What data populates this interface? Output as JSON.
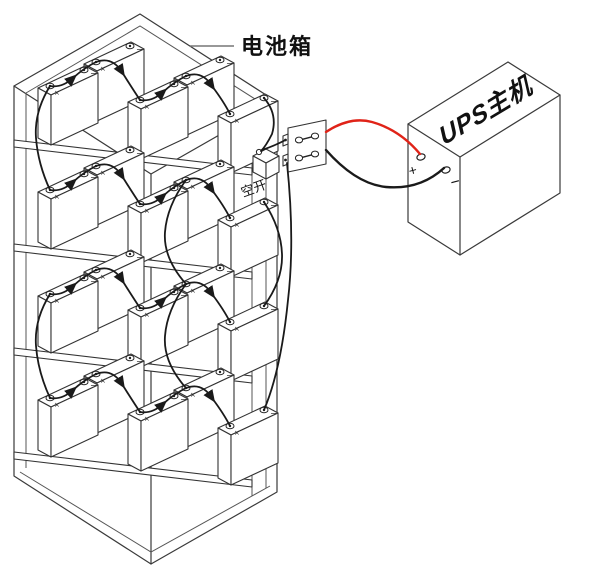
{
  "diagram": {
    "title_label": "电池箱",
    "breaker_label": "空开",
    "ups_label": "UPS主机",
    "ups_terminals": {
      "positive": "+",
      "negative": "−"
    },
    "battery": {
      "shelf_count": 4,
      "batteries_per_shelf": 5,
      "total_batteries": 20,
      "positive_mark": "×",
      "negative_mark": "−"
    },
    "terminal_block": {
      "hole_pairs": 2,
      "holes": 4
    },
    "wires": {
      "positive_color": "#e02318",
      "negative_color": "#1a1a1a",
      "jumper_color": "#1a1a1a"
    },
    "line_color": "#3a3a3a",
    "background": "#ffffff"
  }
}
